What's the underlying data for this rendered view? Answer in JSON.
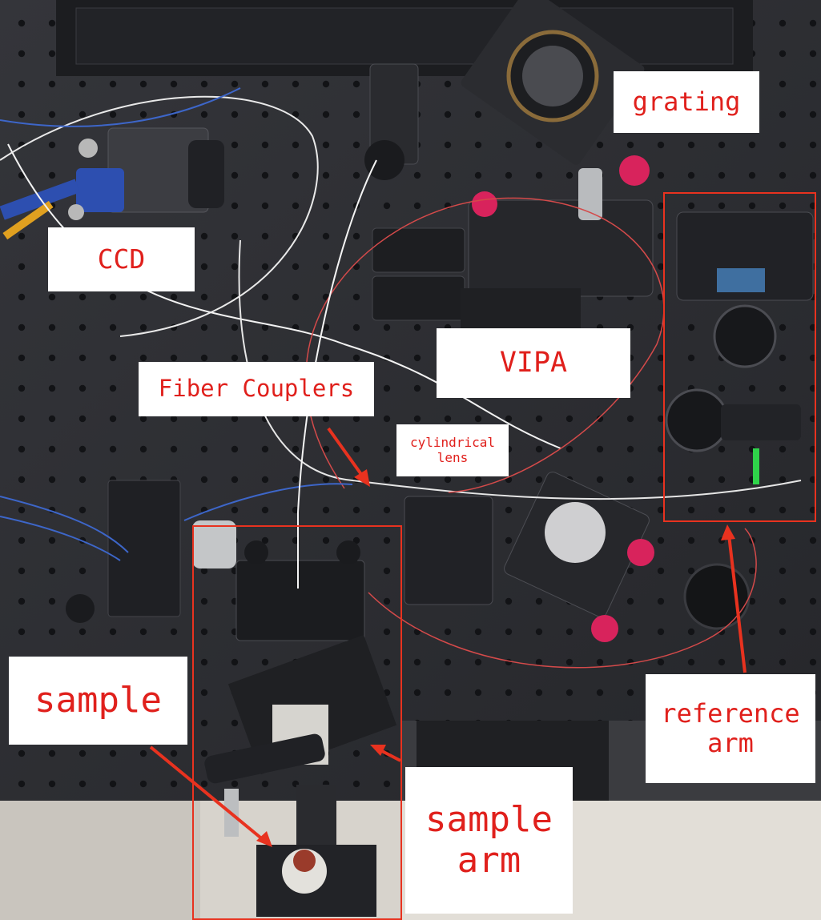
{
  "image": {
    "scene": "optical table with Brillouin microscopy setup",
    "accent_color": "#e8321f"
  },
  "labels": {
    "grating": "grating",
    "ccd": "CCD",
    "vipa": "VIPA",
    "fiber_couplers": "Fiber Couplers",
    "cylindrical_lens": "cylindrical\nlens",
    "sample": "sample",
    "sample_arm": "sample\narm",
    "reference_arm": "reference\narm"
  }
}
